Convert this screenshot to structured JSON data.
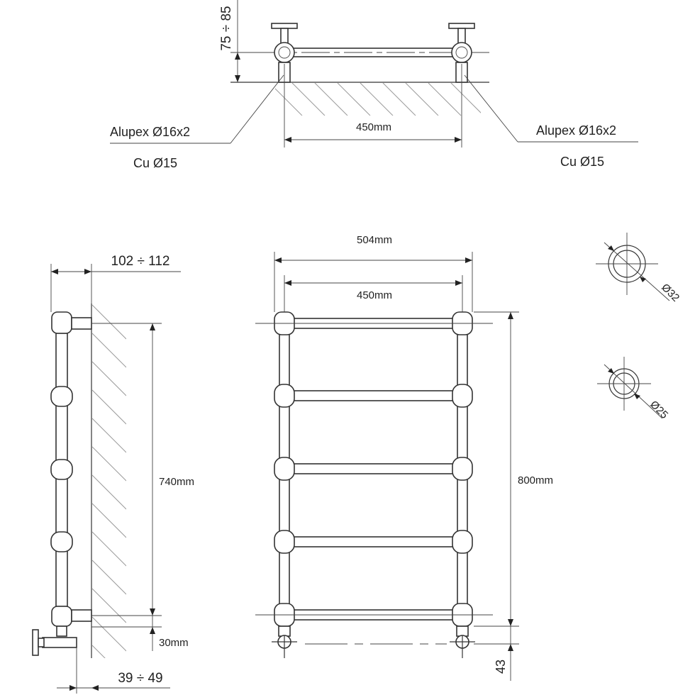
{
  "top_view": {
    "height_range": "75 ÷ 85",
    "spacing": "450mm",
    "left_pipe_alupex": "Alupex Ø16x2",
    "left_pipe_cu": "Cu Ø15",
    "right_pipe_alupex": "Alupex Ø16x2",
    "right_pipe_cu": "Cu Ø15"
  },
  "side_view": {
    "wall_distance": "102 ÷ 112",
    "axis_height": "740mm",
    "bottom_offset": "30mm",
    "valve_distance": "39 ÷ 49"
  },
  "front_view": {
    "overall_width": "504mm",
    "axis_width": "450mm",
    "overall_height": "800mm",
    "valve_offset": "43"
  },
  "sections": {
    "large": "Ø32",
    "small": "Ø25"
  }
}
